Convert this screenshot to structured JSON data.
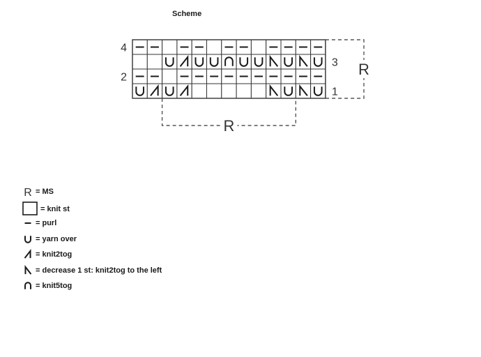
{
  "title": "Scheme",
  "colors": {
    "ink": "#1a1a1a",
    "grid": "#333333",
    "dash": "#555555"
  },
  "diagram": {
    "columns": 13,
    "rows": [
      {
        "row": 4,
        "label": "4",
        "label_side": "left",
        "cells": [
          "purl",
          "purl",
          "empty",
          "purl",
          "purl",
          "empty",
          "purl",
          "purl",
          "empty",
          "purl",
          "purl",
          "purl",
          "purl"
        ]
      },
      {
        "row": 3,
        "label": "3",
        "label_side": "right",
        "cells": [
          "empty",
          "empty",
          "yarn-over",
          "knit2tog",
          "yarn-over",
          "yarn-over",
          "knit5tog",
          "yarn-over",
          "yarn-over",
          "decrease-left",
          "yarn-over",
          "decrease-left",
          "yarn-over"
        ]
      },
      {
        "row": 2,
        "label": "2",
        "label_side": "left",
        "cells": [
          "purl",
          "purl",
          "empty",
          "purl",
          "purl",
          "purl",
          "purl",
          "purl",
          "purl",
          "purl",
          "purl",
          "purl",
          "purl"
        ]
      },
      {
        "row": 1,
        "label": "1",
        "label_side": "right",
        "cells": [
          "yarn-over",
          "knit2tog",
          "yarn-over",
          "knit2tog",
          "empty",
          "empty",
          "empty",
          "empty",
          "empty",
          "decrease-left",
          "yarn-over",
          "decrease-left",
          "yarn-over"
        ]
      }
    ],
    "repeat_horizontal_label": "R",
    "repeat_vertical_label": "R"
  },
  "legend": [
    {
      "symbol": "R",
      "text": "= MS"
    },
    {
      "symbol": "empty",
      "text": "= knit st"
    },
    {
      "symbol": "purl",
      "text": "= purl"
    },
    {
      "symbol": "yarn-over",
      "text": "= yarn over"
    },
    {
      "symbol": "knit2tog",
      "text": "= knit2tog"
    },
    {
      "symbol": "decrease-left",
      "text": "= decrease 1 st: knit2tog to the left"
    },
    {
      "symbol": "knit5tog",
      "text": "= knit5tog"
    }
  ]
}
